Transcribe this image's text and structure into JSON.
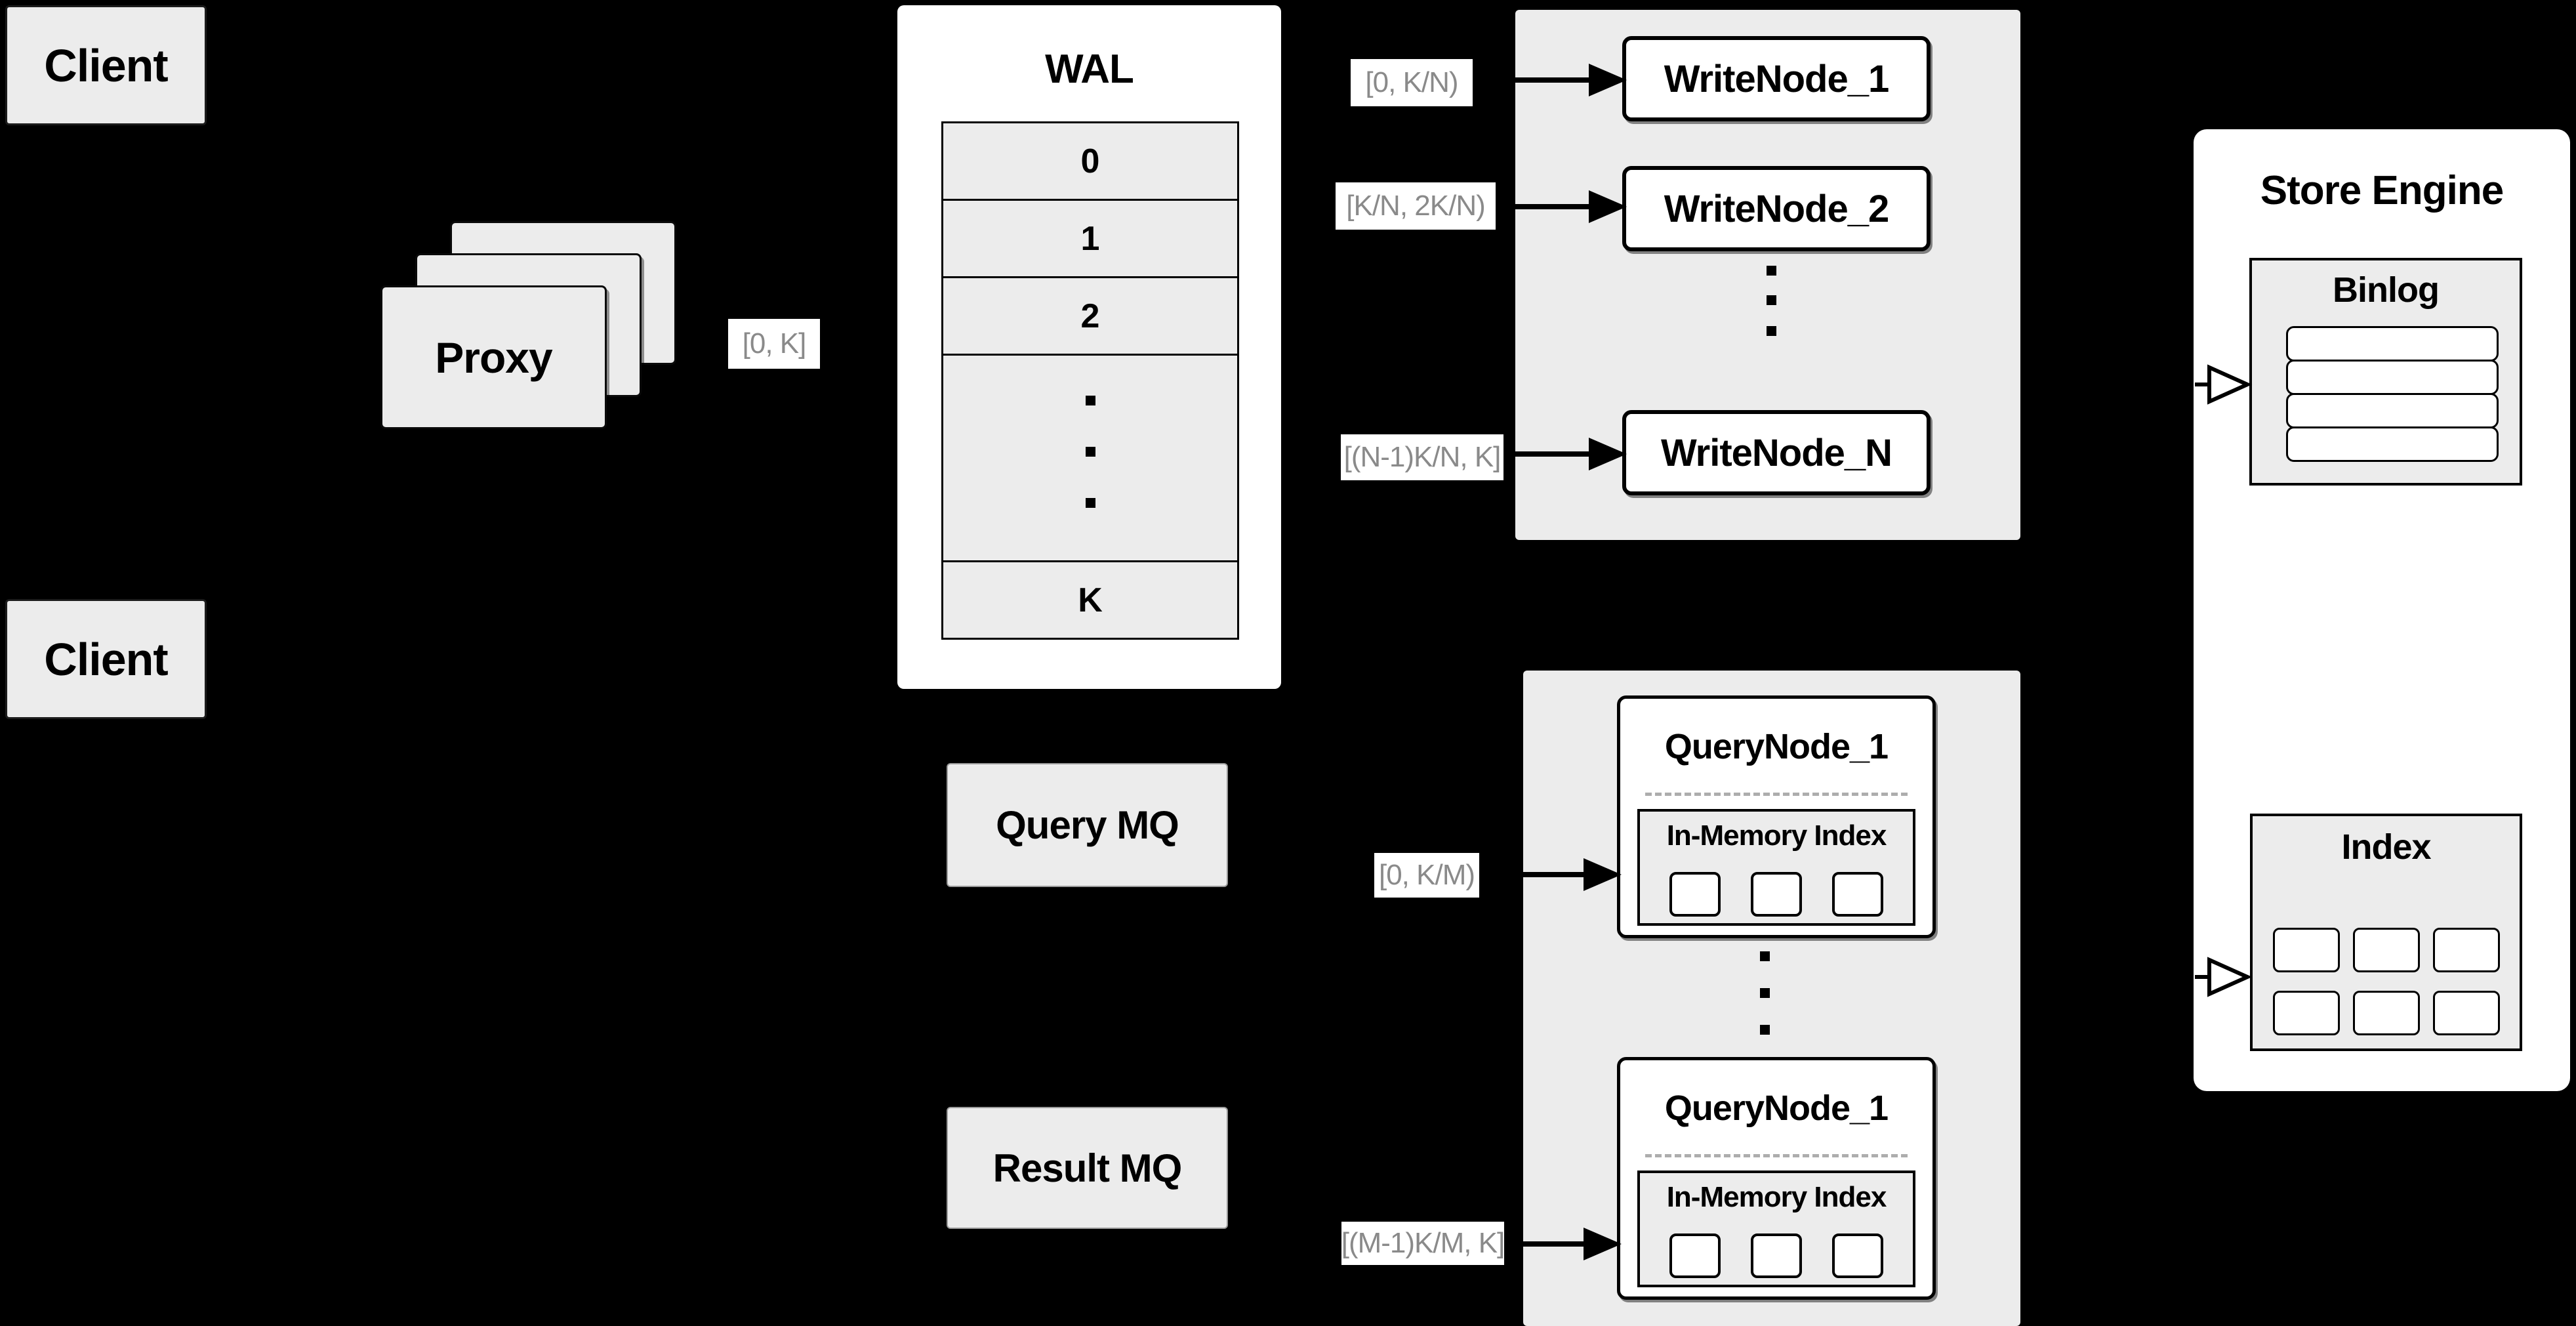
{
  "diagram": {
    "clients": {
      "top": "Client",
      "bottom": "Client"
    },
    "proxy": {
      "label": "Proxy",
      "range_label": "[0, K]"
    },
    "wal": {
      "title": "WAL",
      "rows": [
        "0",
        "1",
        "2",
        "K"
      ]
    },
    "write_group": {
      "nodes": [
        "WriteNode_1",
        "WriteNode_2",
        "WriteNode_N"
      ],
      "range_labels": [
        "[0, K/N)",
        "[K/N, 2K/N)",
        "[(N-1)K/N, K]"
      ]
    },
    "query_group": {
      "nodes": [
        {
          "title": "QueryNode_1",
          "inner": "In-Memory Index"
        },
        {
          "title": "QueryNode_1",
          "inner": "In-Memory Index"
        }
      ],
      "range_labels": [
        "[0, K/M)",
        "[(M-1)K/M, K]"
      ]
    },
    "mq": {
      "query": "Query MQ",
      "result": "Result MQ"
    },
    "store_engine": {
      "title": "Store Engine",
      "binlog": "Binlog",
      "index": "Index"
    }
  },
  "colors": {
    "bg": "#000000",
    "box-fill": "#ececec",
    "white": "#ffffff",
    "ink": "#000000",
    "muted": "#8a8a8a"
  }
}
